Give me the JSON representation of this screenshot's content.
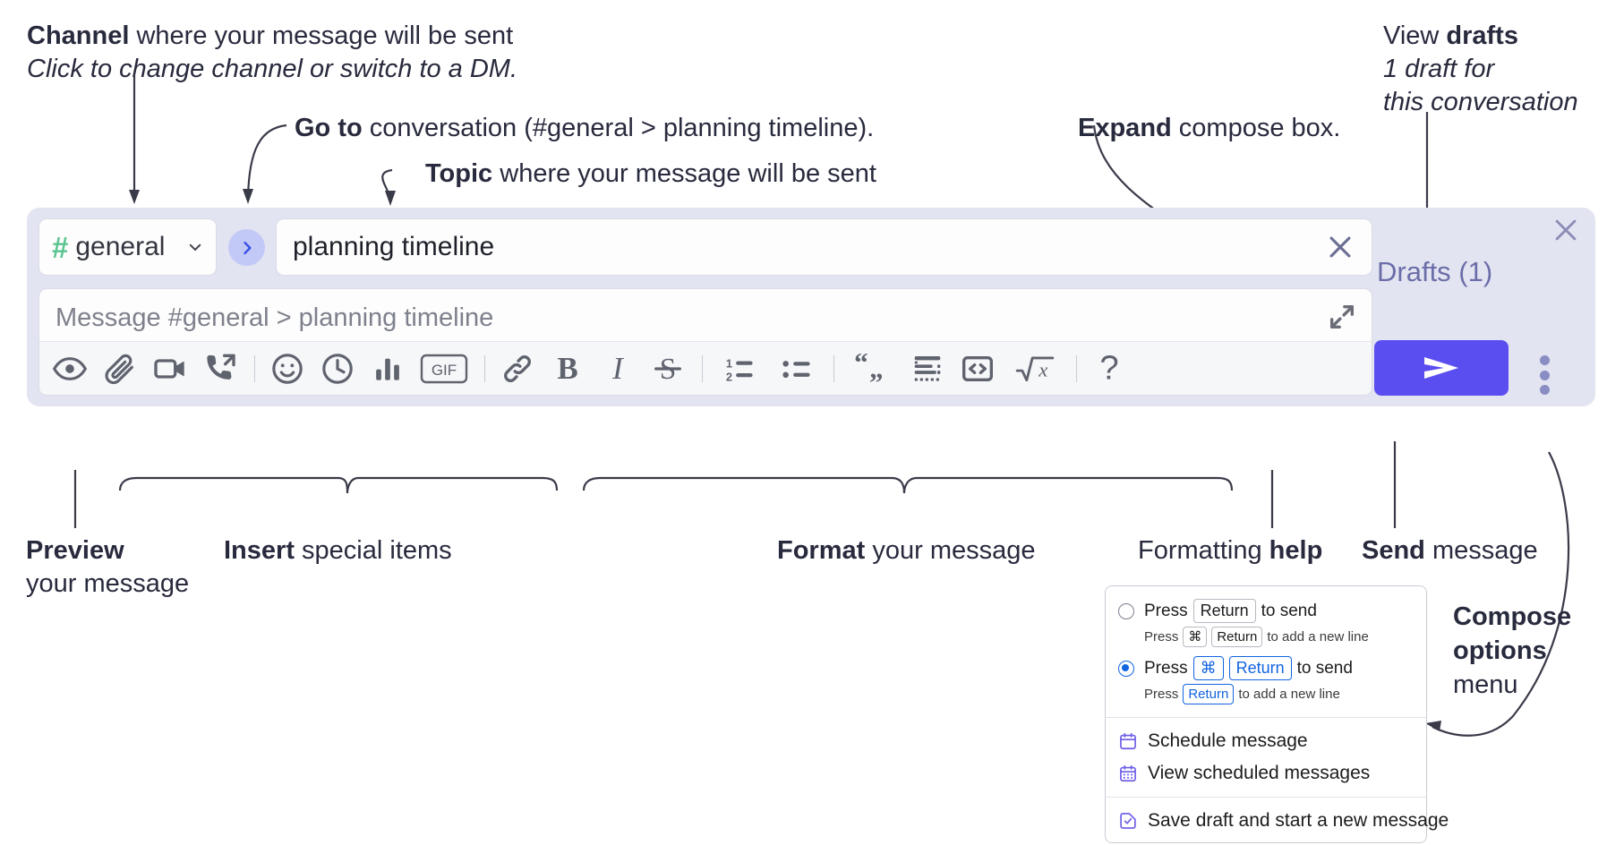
{
  "annotations": {
    "channel": {
      "line1_bold": "Channel",
      "line1_rest": " where your message will be sent",
      "line2_italic": "Click to change channel or switch to a DM."
    },
    "goto": {
      "bold": "Go to",
      "rest": " conversation (#general > planning timeline)."
    },
    "topic": {
      "bold": "Topic",
      "rest": " where your message will be sent"
    },
    "expand": {
      "bold": "Expand",
      "rest": " compose box."
    },
    "drafts": {
      "line1_rest": "View ",
      "line1_bold": "drafts",
      "line2_italic": "1 draft for",
      "line3_italic": "this conversation"
    },
    "preview": {
      "bold": "Preview",
      "line2": "your message"
    },
    "insert": {
      "bold": "Insert",
      "rest": " special items"
    },
    "format": {
      "bold": "Format",
      "rest": " your message"
    },
    "formatting_help": {
      "rest": "Formatting ",
      "bold": "help"
    },
    "send": {
      "bold": "Send",
      "rest": " message"
    },
    "compose_options": {
      "bold_line1": "Compose",
      "bold_line2": "options",
      "line3": "menu"
    }
  },
  "compose": {
    "channel_button": {
      "hash": "#",
      "name": "general",
      "icon": "chevron-down-icon"
    },
    "go_to_button": {
      "icon": "chevron-right-icon"
    },
    "topic_field": {
      "value": "planning timeline",
      "clear_icon": "close-icon"
    },
    "message_input": {
      "placeholder": "Message #general > planning timeline",
      "value": ""
    },
    "expand_icon": "expand-diagonal-icon",
    "toolbar": [
      {
        "name": "preview-icon",
        "label": "Preview"
      },
      {
        "name": "attachment-icon",
        "label": "Attach file"
      },
      {
        "name": "video-camera-icon",
        "label": "Record video clip"
      },
      {
        "name": "phone-forward-icon",
        "label": "Record audio clip"
      },
      {
        "name": "separator",
        "label": ""
      },
      {
        "name": "emoji-icon",
        "label": "Emoji"
      },
      {
        "name": "clock-icon",
        "label": "Remind"
      },
      {
        "name": "poll-bar-chart-icon",
        "label": "Poll"
      },
      {
        "name": "gif-icon",
        "label": "GIF"
      },
      {
        "name": "separator",
        "label": ""
      },
      {
        "name": "link-icon",
        "label": "Link"
      },
      {
        "name": "bold-icon",
        "label": "Bold"
      },
      {
        "name": "italic-icon",
        "label": "Italic"
      },
      {
        "name": "strikethrough-icon",
        "label": "Strikethrough"
      },
      {
        "name": "separator",
        "label": ""
      },
      {
        "name": "ordered-list-icon",
        "label": "Ordered list"
      },
      {
        "name": "bulleted-list-icon",
        "label": "Bulleted list"
      },
      {
        "name": "separator",
        "label": ""
      },
      {
        "name": "blockquote-icon",
        "label": "Blockquote"
      },
      {
        "name": "code-block-icon",
        "label": "Code block"
      },
      {
        "name": "inline-code-icon",
        "label": "Code"
      },
      {
        "name": "math-formula-icon",
        "label": "Math"
      },
      {
        "name": "separator",
        "label": ""
      },
      {
        "name": "help-question-icon",
        "label": "?"
      }
    ],
    "gif_label": "GIF",
    "bold_label": "B",
    "italic_label": "I",
    "strike_label": "S",
    "help_label": "?",
    "drafts_label": "Drafts (1)",
    "close_icon": "close-icon",
    "send_icon": "send-paper-plane-icon",
    "kebab_icon": "kebab-vertical-icon"
  },
  "compose_options_menu": {
    "option_return": {
      "selected": false,
      "press": "Press",
      "key": "Return",
      "to_send": "to send",
      "sub_press": "Press",
      "sub_key1": "⌘",
      "sub_key2": "Return",
      "sub_rest": "to add a new line"
    },
    "option_cmd_return": {
      "selected": true,
      "press": "Press",
      "key1": "⌘",
      "key2": "Return",
      "to_send": "to send",
      "sub_press": "Press",
      "sub_key": "Return",
      "sub_rest": "to add a new line"
    },
    "items": [
      {
        "icon": "calendar-schedule-icon",
        "label": "Schedule message"
      },
      {
        "icon": "calendar-grid-icon",
        "label": "View scheduled messages"
      },
      {
        "icon": "save-draft-check-icon",
        "label": "Save draft and start a new message"
      }
    ]
  },
  "colors": {
    "accent_purple": "#5b4ef0",
    "compose_bg": "#e3e4f1",
    "hash_green": "#5bc48f",
    "drafts_text": "#6b6ea8",
    "go_btn_bg": "#c3c9f7",
    "key_blue": "#1264e0",
    "menu_icon": "#6b5ce7"
  }
}
